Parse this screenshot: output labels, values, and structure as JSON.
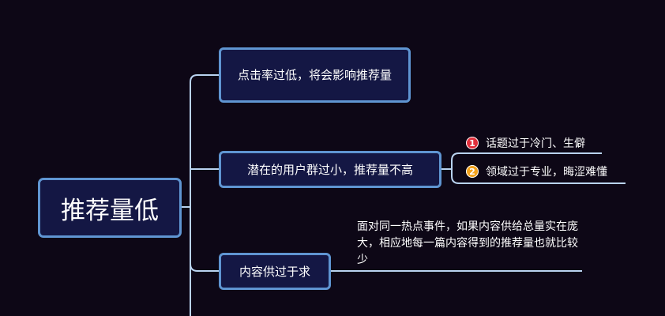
{
  "colors": {
    "background": "#0d0716",
    "node_fill": "#141744",
    "node_border": "#5f95d2",
    "connector": "#b9d3f0",
    "text": "#ffffff",
    "badge_1": "#e0303c",
    "badge_2": "#f2a21c"
  },
  "root": {
    "label": "推荐量低"
  },
  "branches": [
    {
      "label": "点击率过低，将会影响推荐量"
    },
    {
      "label": "潜在的用户群过小，推荐量不高",
      "children": [
        {
          "marker": "1",
          "marker_icon": "priority-1-icon",
          "label": "话题过于冷门、生僻"
        },
        {
          "marker": "2",
          "marker_icon": "priority-2-icon",
          "label": "领域过于专业，晦涩难懂"
        }
      ]
    },
    {
      "label": "内容供过于求",
      "note": "面对同一热点事件，如果内容供给总量实在庞大，相应地每一篇内容得到的推荐量也就比较少"
    }
  ]
}
